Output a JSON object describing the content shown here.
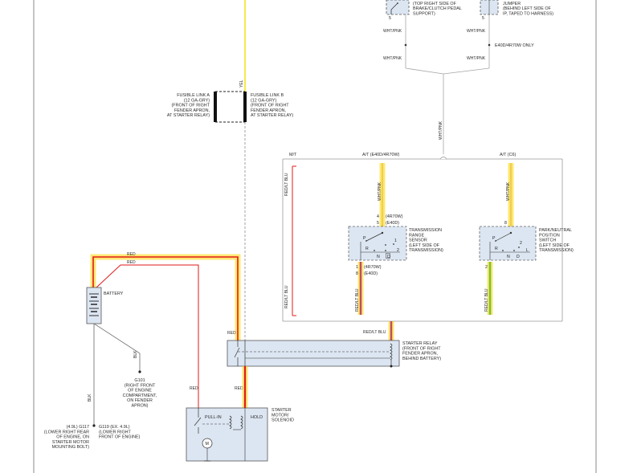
{
  "top_components": {
    "clutch_switch_desc": [
      "(TOP RIGHT SIDE OF",
      "BRAKE/CLUTCH PEDAL",
      "SUPPORT)"
    ],
    "clutch_switch_pin": "5",
    "jumper_title": "JUMPER",
    "jumper_desc": [
      "(BEHIND LEFT SIDE OF",
      "IP, TAPED TO HARNESS)"
    ],
    "jumper_pin": "5"
  },
  "wire_labels": {
    "whtpnk": "WHT/PNK",
    "yel": "YEL",
    "red": "RED",
    "redltblu": "RED/LT BLU",
    "redltblu_joined": "RED/LT BLU",
    "blk": "BLK"
  },
  "notes": {
    "e40d_only": "E40D/4R70W ONLY"
  },
  "fusible_links": {
    "a": [
      "FUSIBLE LINK A",
      "(12 GA-GRY)",
      "(FRONT OF RIGHT",
      "FENDER APRON,",
      "AT STARTER RELAY)"
    ],
    "b": [
      "FUSIBLE LINK B",
      "(12 GA-GRY)",
      "(FRONT OF RIGHT",
      "FENDER APRON,",
      "AT STARTER RELAY)"
    ]
  },
  "transmission_options": {
    "mt": "M/T",
    "at_e40d": "A/T (E40D/4R70W)",
    "at_c6": "A/T (C6)"
  },
  "trs_sensor": {
    "label": [
      "TRANSMISSION",
      "RANGE",
      "SENSOR",
      "(LEFT SIDE OF",
      "TRANSMISSION)"
    ],
    "pin_top_a": "4",
    "pin_top_a_note": "(4R70W)",
    "pin_top_b": "5",
    "pin_top_b_note": "(E40D)",
    "pin_bot_a": "1",
    "pin_bot_a_note": "(4R70W)",
    "pin_bot_b": "8",
    "pin_bot_b_note": "(E40D)",
    "letters": [
      "P",
      "R",
      "N",
      "D",
      "1",
      "2"
    ]
  },
  "np_switch": {
    "label": [
      "PARK/NEUTRAL",
      "POSITION",
      "SWITCH",
      "(LEFT SIDE OF",
      "TRANSMISSION)"
    ],
    "pin_top": "8",
    "pin_bot": "2",
    "letters": [
      "P",
      "R",
      "N",
      "D",
      "L",
      "2"
    ]
  },
  "battery": {
    "label": "BATTERY"
  },
  "grounds": {
    "g101": [
      "G101",
      "(RIGHT FRONT",
      "OF ENGINE",
      "COMPARTMENT,",
      "ON FENDER",
      "APRON)"
    ],
    "g117": [
      "(4.9L) G117",
      "(LOWER RIGHT REAR",
      "OF ENGINE, ON",
      "STARTER MOTOR",
      "MOUNTING BOLT)"
    ],
    "g119": [
      "G119 (EX. 4.9L)",
      "(LOWER RIGHT",
      "FRONT OF ENGINE)"
    ]
  },
  "starter_relay": {
    "label": [
      "STARTER RELAY",
      "(FRONT OF RIGHT",
      "FENDER APRON,",
      "BEHIND BATTERY)"
    ]
  },
  "starter_motor": {
    "label": [
      "STARTER",
      "MOTOR/",
      "SOLENOID"
    ],
    "pull_in": "PULL-IN",
    "hold": "HOLD",
    "motor": "M"
  },
  "colors": {
    "yellow": "#f2e313",
    "red": "#e01a1a",
    "highlight": "#ffd500",
    "white_pink": "#e9a9c6",
    "component_fill": "#dce6f2",
    "green": "#2fae3a"
  }
}
